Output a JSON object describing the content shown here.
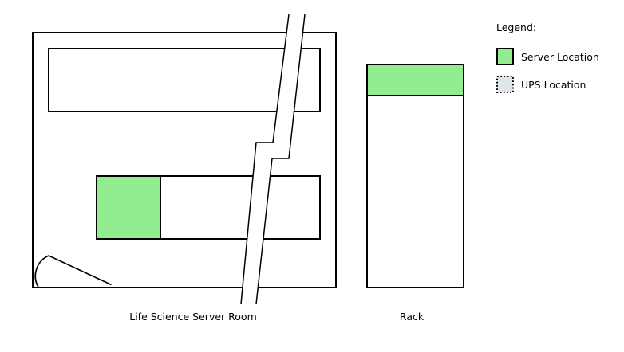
{
  "diagram": {
    "room_label": "Life Science Server Room",
    "rack_label": "Rack"
  },
  "legend": {
    "title": "Legend:",
    "items": [
      {
        "label": "Server Location"
      },
      {
        "label": "UPS Location"
      }
    ]
  },
  "colors": {
    "server_location": "#90EE90",
    "ups_location": "#DEE7E7",
    "outline": "#000000",
    "background": "#FFFFFF"
  }
}
